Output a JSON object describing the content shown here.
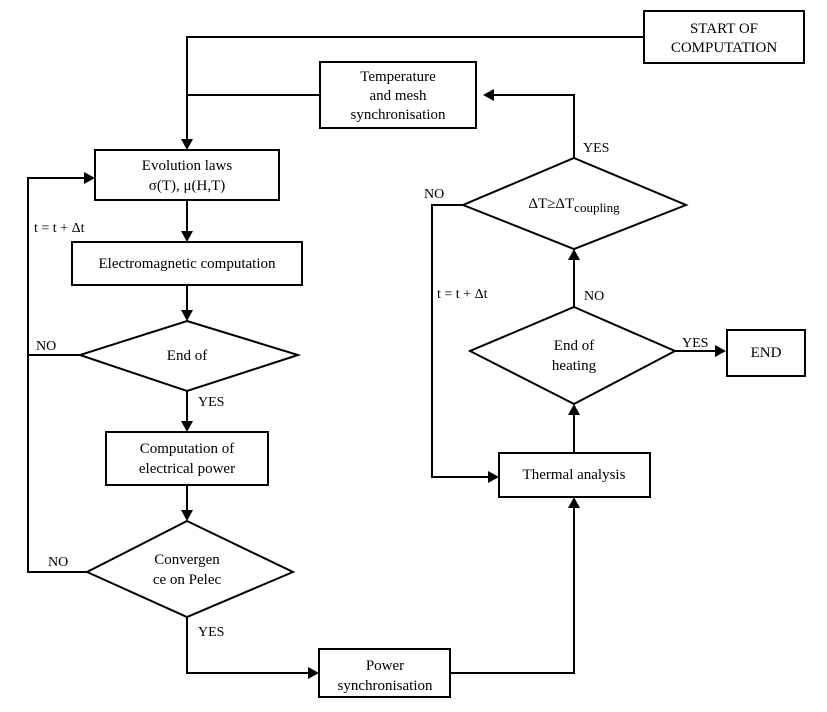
{
  "nodes": {
    "start": {
      "lines": [
        "START OF",
        "COMPUTATION"
      ]
    },
    "temp_sync": {
      "lines": [
        "Temperature",
        "and mesh",
        "synchronisation"
      ]
    },
    "evolution": {
      "lines": [
        "Evolution laws",
        "σ(T), μ(H,T)"
      ]
    },
    "em_comp": {
      "lines": [
        "Electromagnetic computation"
      ]
    },
    "end_of": {
      "lines": [
        "End of"
      ]
    },
    "elec_power": {
      "lines": [
        "Computation of",
        "electrical power"
      ]
    },
    "convergence": {
      "lines": [
        "Convergen",
        "ce on Pelec"
      ]
    },
    "power_sync": {
      "lines": [
        "Power",
        "synchronisation"
      ]
    },
    "thermal": {
      "lines": [
        "Thermal analysis"
      ]
    },
    "end_heating": {
      "lines": [
        "End of",
        "heating"
      ]
    },
    "delta_check": {
      "prefix": "ΔT≥ΔT",
      "subscript": "coupling"
    },
    "end": {
      "lines": [
        "END"
      ]
    }
  },
  "labels": {
    "time_step_left": "t = t + Δt",
    "time_step_right": "t = t + Δt",
    "no_end_of": "NO",
    "yes_end_of": "YES",
    "no_convergence": "NO",
    "yes_convergence": "YES",
    "yes_end_heating": "YES",
    "no_end_heating": "NO",
    "yes_delta": "YES",
    "no_delta": "NO"
  }
}
